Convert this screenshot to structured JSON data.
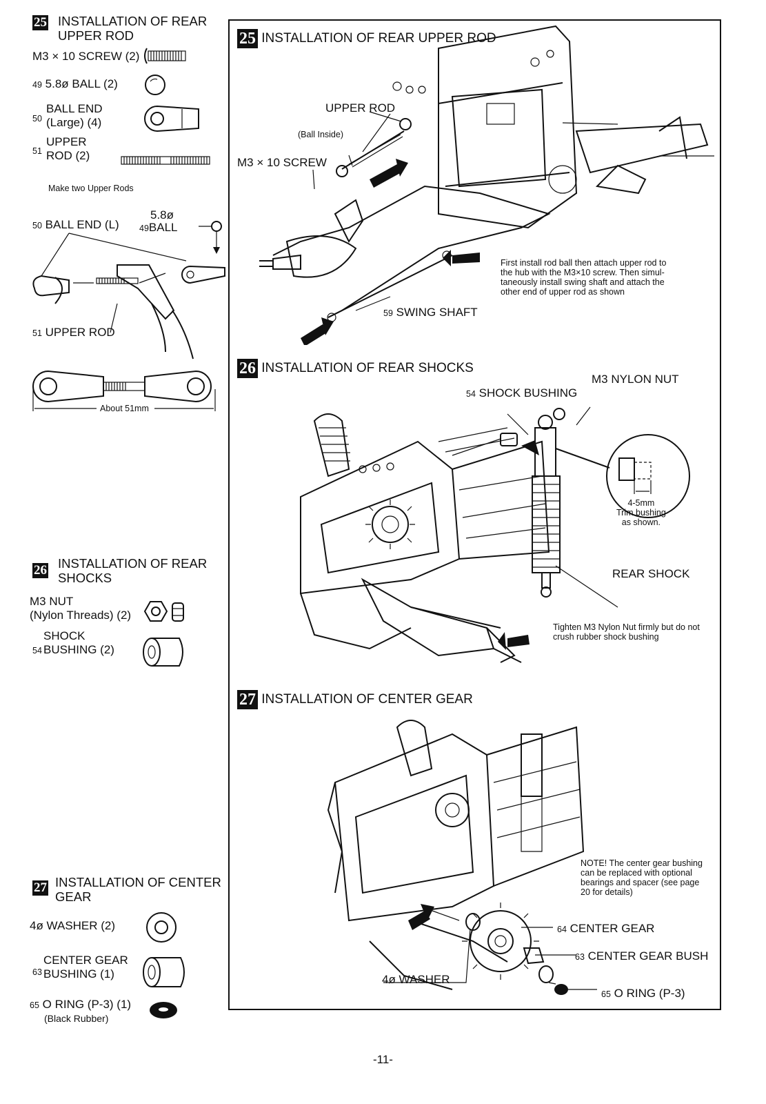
{
  "left": {
    "s25": {
      "num": "25",
      "title_line1": "INSTALLATION OF REAR",
      "title_line2": "UPPER ROD",
      "parts": [
        {
          "label": "M3 × 10 SCREW (2)"
        },
        {
          "label": "5.8ø BALL (2)",
          "no": "49"
        },
        {
          "label_line1": "BALL END",
          "label_line2": "(Large) (4)",
          "no": "50"
        },
        {
          "label_line1": "UPPER",
          "label_line2": "ROD (2)",
          "no": "51"
        }
      ],
      "caption": "Make two Upper Rods",
      "ball_end_label": "BALL END (L)",
      "ball_end_no": "50",
      "ball_label_top": "5.8ø",
      "ball_label": "BALL",
      "ball_no": "49",
      "upper_rod_label": "UPPER ROD",
      "upper_rod_no": "51",
      "dim_label": "About 51mm"
    },
    "s26": {
      "num": "26",
      "title_line1": "INSTALLATION OF REAR",
      "title_line2": "SHOCKS",
      "parts": [
        {
          "label_line1": "M3 NUT",
          "label_line2": "(Nylon Threads) (2)"
        },
        {
          "label_line1": "SHOCK",
          "label_line2": "BUSHING (2)",
          "no": "54"
        }
      ]
    },
    "s27": {
      "num": "27",
      "title_line1": "INSTALLATION OF CENTER",
      "title_line2": "GEAR",
      "parts": [
        {
          "label": "4ø WASHER (2)"
        },
        {
          "label_line1": "CENTER GEAR",
          "label_line2": "BUSHING (1)",
          "no": "63"
        },
        {
          "label": "O RING (P-3) (1)",
          "no": "65",
          "sub": "(Black Rubber)"
        }
      ]
    }
  },
  "right": {
    "s25": {
      "num": "25",
      "title": "INSTALLATION OF REAR UPPER ROD",
      "upper_rod": "UPPER ROD",
      "ball_inside": "(Ball Inside)",
      "screw": "M3 × 10 SCREW",
      "swing_shaft": "SWING SHAFT",
      "swing_no": "59",
      "note": [
        "First install rod ball then attach upper rod to",
        "the hub with the M3×10 screw. Then simul-",
        "taneously install swing shaft and attach the",
        "other end of upper rod as shown"
      ]
    },
    "s26": {
      "num": "26",
      "title": "INSTALLATION OF REAR SHOCKS",
      "nylon_nut": "M3 NYLON NUT",
      "shock_bushing": "SHOCK BUSHING",
      "bushing_no": "54",
      "trim_1": "4-5mm",
      "trim_2": "Trim bushing",
      "trim_3": "as shown.",
      "rear_shock": "REAR SHOCK",
      "note": [
        "Tighten M3 Nylon Nut firmly but do not",
        "crush rubber shock bushing"
      ]
    },
    "s27": {
      "num": "27",
      "title": "INSTALLATION OF CENTER GEAR",
      "note": [
        "NOTE! The center gear bushing",
        "can be replaced with optional",
        "bearings and spacer (see page",
        "20 for details)"
      ],
      "center_gear": "CENTER GEAR",
      "center_gear_no": "64",
      "center_bush": "CENTER GEAR BUSH",
      "center_bush_no": "63",
      "washer": "4ø WASHER",
      "oring": "O RING (P-3)",
      "oring_no": "65"
    }
  },
  "page_number": "-11-"
}
